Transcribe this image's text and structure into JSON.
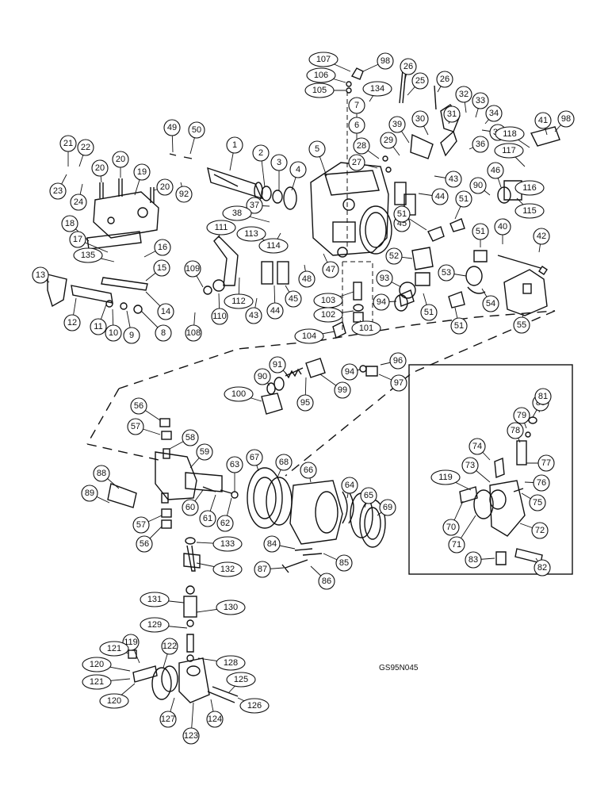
{
  "drawing_code": "GS95N045",
  "callouts": [
    "1",
    "2",
    "3",
    "4",
    "5",
    "6",
    "7",
    "8",
    "9",
    "10",
    "11",
    "12",
    "13",
    "14",
    "15",
    "16",
    "17",
    "18",
    "19",
    "20",
    "21",
    "22",
    "23",
    "24",
    "25",
    "26",
    "27",
    "28",
    "29",
    "30",
    "31",
    "32",
    "33",
    "34",
    "35",
    "36",
    "37",
    "38",
    "39",
    "40",
    "41",
    "42",
    "43",
    "44",
    "45",
    "46",
    "47",
    "48",
    "49",
    "50",
    "51",
    "52",
    "53",
    "54",
    "55",
    "56",
    "57",
    "58",
    "59",
    "60",
    "61",
    "62",
    "63",
    "64",
    "65",
    "66",
    "67",
    "68",
    "69",
    "70",
    "71",
    "72",
    "73",
    "74",
    "75",
    "76",
    "77",
    "78",
    "79",
    "80",
    "81",
    "82",
    "83",
    "84",
    "85",
    "86",
    "87",
    "88",
    "89",
    "90",
    "91",
    "92",
    "93",
    "94",
    "95",
    "96",
    "97",
    "98",
    "99",
    "100",
    "101",
    "102",
    "103",
    "104",
    "105",
    "106",
    "107",
    "108",
    "109",
    "110",
    "111",
    "112",
    "113",
    "114",
    "115",
    "116",
    "117",
    "118",
    "119",
    "120",
    "121",
    "122",
    "123",
    "124",
    "125",
    "126",
    "127",
    "128",
    "129",
    "130",
    "131",
    "132",
    "133",
    "134",
    "135"
  ]
}
